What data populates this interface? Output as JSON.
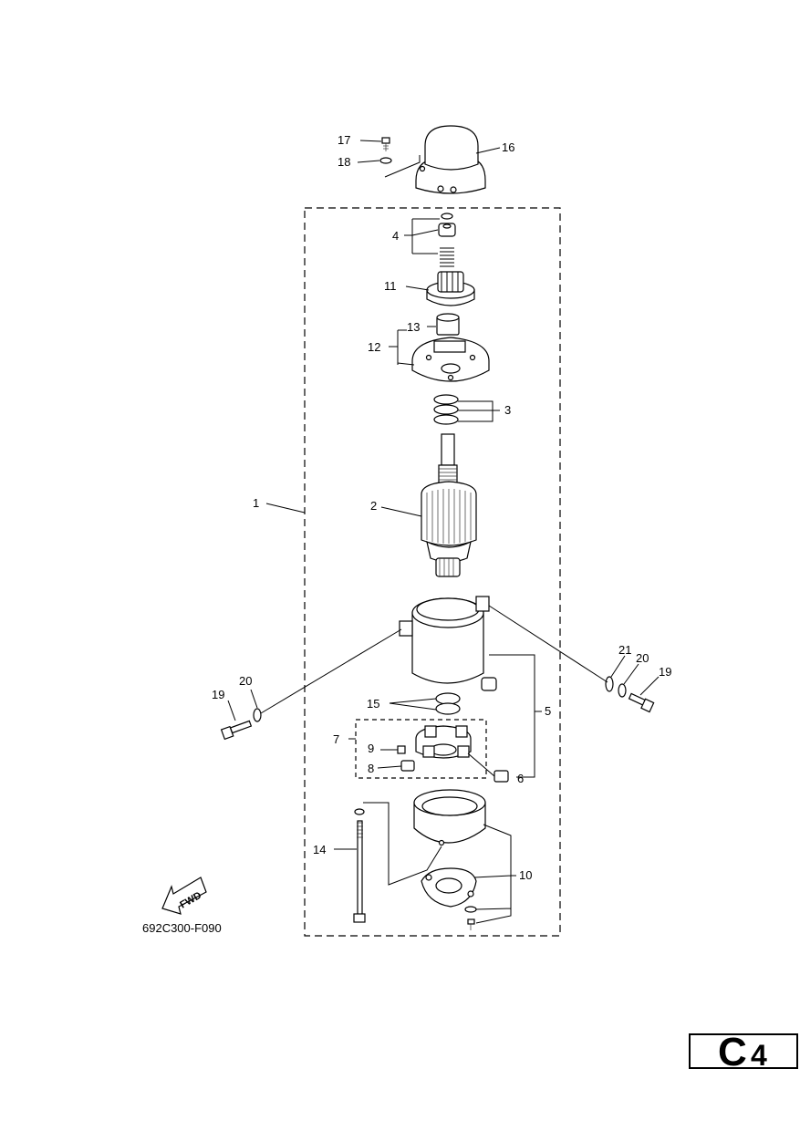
{
  "diagram_code": "692C300-F090",
  "section": {
    "letter": "C",
    "number": "4"
  },
  "fwd_label": "FWD",
  "callouts": {
    "c1": "1",
    "c2": "2",
    "c3": "3",
    "c4": "4",
    "c5": "5",
    "c6": "6",
    "c7": "7",
    "c8": "8",
    "c9": "9",
    "c10": "10",
    "c11": "11",
    "c12": "12",
    "c13": "13",
    "c14": "14",
    "c15": "15",
    "c16": "16",
    "c17": "17",
    "c18": "18",
    "c19a": "19",
    "c19b": "19",
    "c20a": "20",
    "c20b": "20",
    "c21": "21"
  }
}
